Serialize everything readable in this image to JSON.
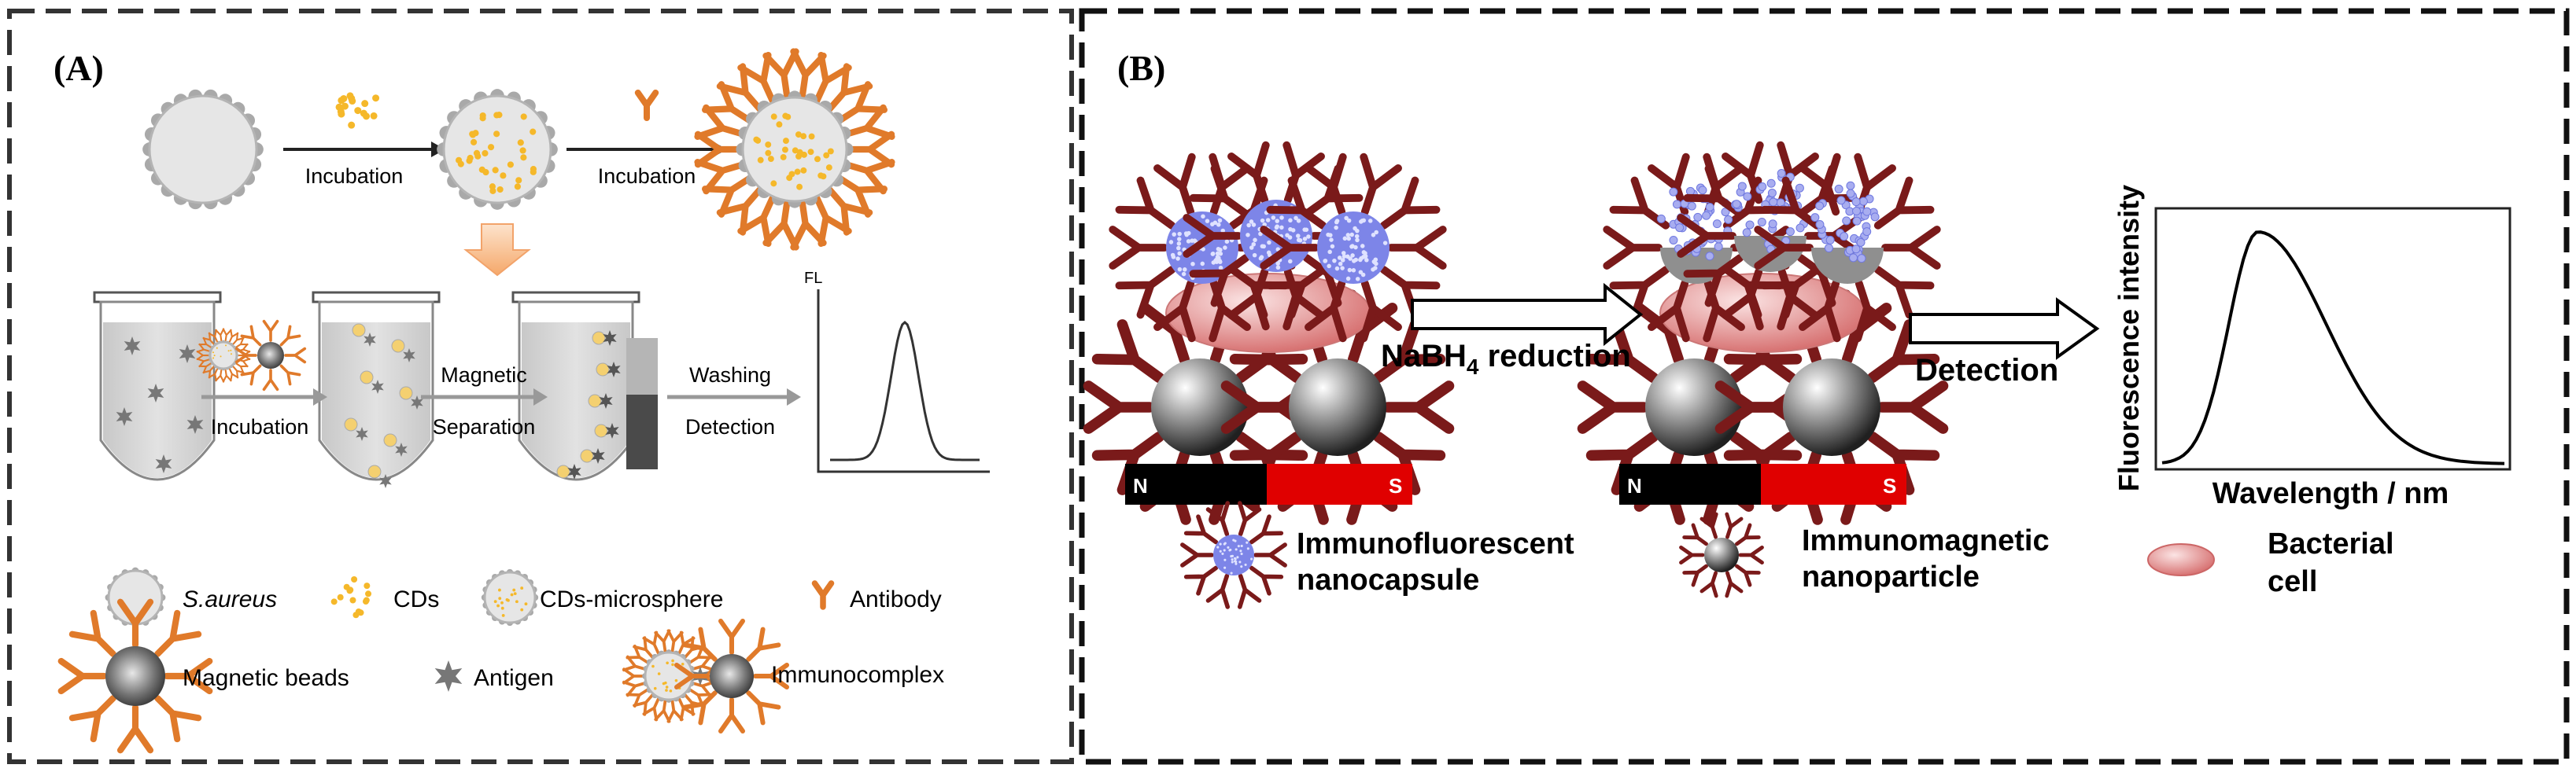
{
  "panel_a": {
    "label": "(A)",
    "top_row": {
      "step1": "Incubation",
      "step2": "Incubation"
    },
    "middle_row": {
      "step1": "Incubation",
      "step2_line1": "Magnetic",
      "step2_line2": "Separation",
      "step3_line1": "Washing",
      "step3_line2": "Detection",
      "fl_label": "FL"
    },
    "legend": {
      "saureus": "S.aureus",
      "cds": "CDs",
      "cds_microsphere": "CDs-microsphere",
      "antibody": "Antibody",
      "magnetic_beads": "Magnetic beads",
      "antigen": "Antigen",
      "immunocomplex": "Immunocomplex"
    },
    "colors": {
      "cd_dot": "#f5b82a",
      "antibody": "#e07a2a",
      "arrow_down": "#f7b884",
      "antigen": "#777777"
    }
  },
  "panel_b": {
    "label": "(B)",
    "magnet_n": "N",
    "magnet_s": "S",
    "reduction_prefix": "NaBH",
    "reduction_sub": "4",
    "reduction_suffix": " reduction",
    "detection": "Detection",
    "plot_ylabel": "Fluorescence intensity",
    "plot_xlabel": "Wavelength / nm",
    "legend": {
      "nanocapsule_line1": "Immunofluorescent",
      "nanocapsule_line2": "nanocapsule",
      "nanoparticle_line1": "Immunomagnetic",
      "nanoparticle_line2": "nanoparticle",
      "cell_line1": "Bacterial",
      "cell_line2": "cell"
    },
    "colors": {
      "capsule": "#7d85e8",
      "cell": "#e08a8a",
      "spike": "#7a1a1a",
      "magnet_s": "#e00000",
      "magnet_n": "#000000"
    }
  }
}
